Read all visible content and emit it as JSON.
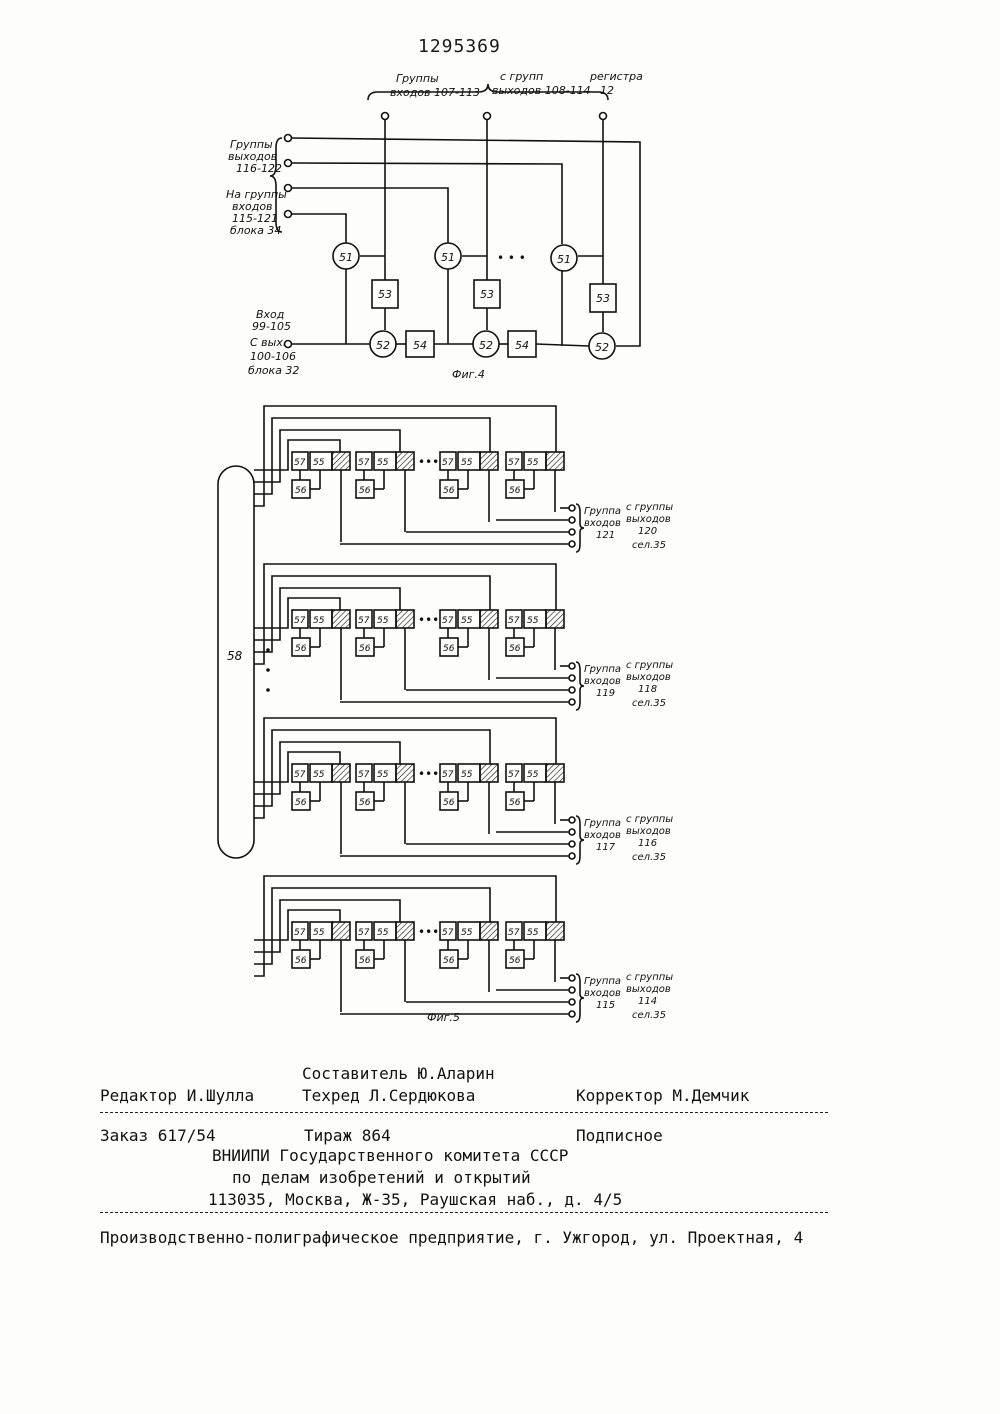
{
  "patent_number": "1295369",
  "fig4": {
    "caption": "Фиг.4",
    "top_labels": {
      "groups_inputs_1": "Группы",
      "groups_inputs_2": "входов 107-113",
      "from_groups_outputs_1": "с групп",
      "from_groups_outputs_2": "выходов 108-114",
      "register_1": "регистра",
      "register_2": "12"
    },
    "left_labels": {
      "outputs_1": "Группы",
      "outputs_2": "выходов",
      "outputs_3": "116-122",
      "to_inputs_1": "На группы",
      "to_inputs_2": "входов",
      "to_inputs_3": "115-121",
      "to_inputs_4": "блока 34",
      "input_1": "Вход",
      "input_2": "99-105",
      "input_3": "С вых.",
      "input_4": "100-106",
      "input_5": "блока 32"
    },
    "node_labels": {
      "n51": "51",
      "n52": "52",
      "n53": "53",
      "n54": "54"
    },
    "dots": "• • •"
  },
  "fig5": {
    "caption": "Фиг.5",
    "big_block": "58",
    "block_labels": {
      "b55": "55",
      "b56": "56",
      "b57": "57"
    },
    "dots": "•••",
    "rows": [
      {
        "g1": "Группа",
        "g2": "входов",
        "g3": "121",
        "s1": "с группы",
        "s2": "выходов",
        "s3": "120",
        "s4": "сел.35"
      },
      {
        "g1": "Группа",
        "g2": "входов",
        "g3": "119",
        "s1": "с группы",
        "s2": "выходов",
        "s3": "118",
        "s4": "сел.35"
      },
      {
        "g1": "Группа",
        "g2": "входов",
        "g3": "117",
        "s1": "с группы",
        "s2": "выходов",
        "s3": "116",
        "s4": "сел.35"
      },
      {
        "g1": "Группа",
        "g2": "входов",
        "g3": "115",
        "s1": "с группы",
        "s2": "выходов",
        "s3": "114",
        "s4": "сел.35"
      }
    ]
  },
  "colophon": {
    "compiler": "Составитель Ю.Аларин",
    "editor": "Редактор И.Шулла",
    "techred": "Техред Л.Сердюкова",
    "corrector": "Корректор М.Демчик",
    "order": "Заказ 617/54",
    "circulation": "Тираж 864",
    "subscription": "Подписное",
    "vniipi": "ВНИИПИ Государственного комитета СССР",
    "affairs": "по делам изобретений и открытий",
    "address": "113035, Москва, Ж-35, Раушская наб., д. 4/5",
    "printer": "Производственно-полиграфическое предприятие, г. Ужгород, ул. Проектная, 4"
  }
}
